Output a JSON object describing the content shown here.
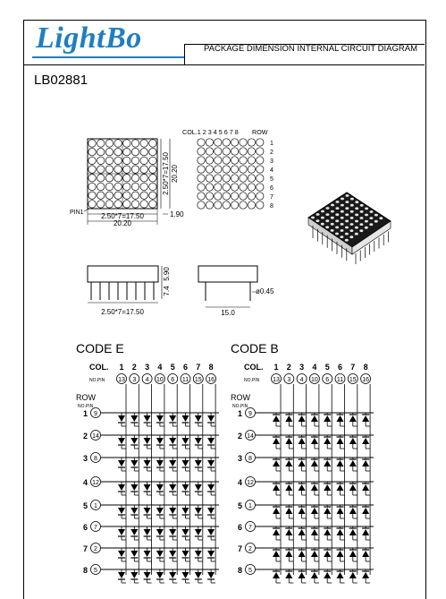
{
  "header": {
    "logo": "LightBo",
    "title": "PACKAGE DIMENSION INTERNAL CIRCUIT DIAGRAM",
    "part_number": "LB02881"
  },
  "drawing": {
    "col_label": "COL.1 2 3 4 5 6 7 8",
    "row_label": "ROW",
    "row_numbers": [
      "1",
      "2",
      "3",
      "4",
      "5",
      "6",
      "7",
      "8"
    ],
    "pin1_label": "PIN1",
    "dim_width": "2.50*7=17.50",
    "dim_total": "20.20",
    "dim_vert": "2.50*7=17.50",
    "dim_vert_total": "20.20",
    "dim_dot": "1.90",
    "dim_height_top": "5.90",
    "dim_height_total": "7.4",
    "dim_pitch_side": "2.50*7=17.50",
    "dim_pin_dia": "ø0.45",
    "dim_side_width": "15.0"
  },
  "code_e": {
    "title": "CODE E",
    "col_heading": "COL.",
    "cols": [
      "1",
      "2",
      "3",
      "4",
      "5",
      "6",
      "7",
      "8"
    ],
    "no_pin_label": "NO.PIN",
    "col_pins": [
      "13",
      "3",
      "4",
      "10",
      "6",
      "11",
      "15",
      "16"
    ],
    "row_heading": "ROW",
    "row_no_pin_label": "NO.PIN",
    "rows": [
      "1",
      "2",
      "3",
      "4",
      "5",
      "6",
      "7",
      "8"
    ],
    "row_pins": [
      "9",
      "14",
      "8",
      "12",
      "1",
      "7",
      "2",
      "5"
    ]
  },
  "code_b": {
    "title": "CODE B",
    "col_heading": "COL.",
    "cols": [
      "1",
      "2",
      "3",
      "4",
      "5",
      "6",
      "7",
      "8"
    ],
    "no_pin_label": "NO.PIN",
    "col_pins": [
      "13",
      "3",
      "4",
      "10",
      "6",
      "11",
      "15",
      "16"
    ],
    "row_heading": "ROW",
    "row_no_pin_label": "NO.PIN",
    "rows": [
      "1",
      "2",
      "3",
      "4",
      "5",
      "6",
      "7",
      "8"
    ],
    "row_pins": [
      "9",
      "14",
      "8",
      "12",
      "1",
      "7",
      "2",
      "5"
    ]
  }
}
